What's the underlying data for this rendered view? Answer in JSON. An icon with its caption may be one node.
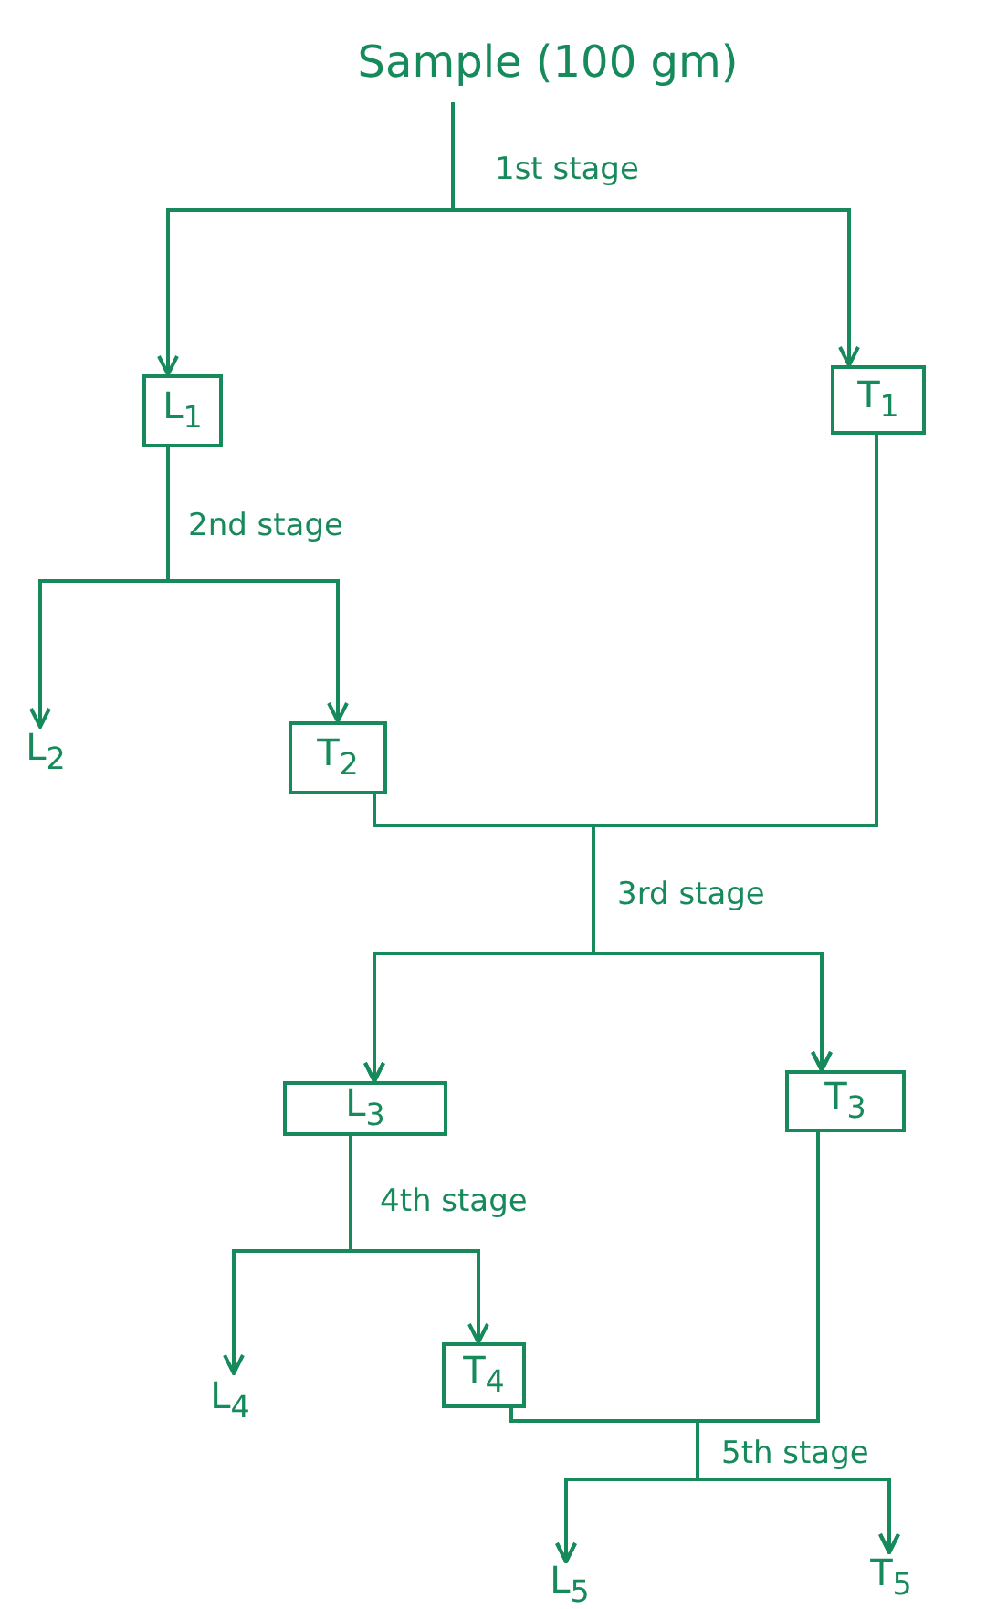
{
  "diagram": {
    "nodes": [
      {
        "text": [
          "Sample (100 gm)"
        ]
      },
      {
        "text": [
          "L$_{1}$"
        ]
      },
      {
        "text": [
          "T$_{1}$"
        ]
      },
      {
        "text": [
          "L$_{2}$"
        ]
      },
      {
        "text": [
          "T$_{2}$"
        ]
      },
      {
        "text": [
          "L$_{3}$"
        ]
      },
      {
        "text": [
          "T$_{3}$"
        ]
      },
      {
        "text": [
          "L$_{4}$"
        ]
      },
      {
        "text": [
          "T$_{4}$"
        ]
      },
      {
        "text": [
          "L$_{5}$"
        ]
      },
      {
        "text": [
          "T$_{5}$"
        ]
      }
    ],
    "edges": [
      {
        "from": 0,
        "to": 1,
        "arrow": "to",
        "label": "1st stage"
      },
      {
        "from": 0,
        "to": 2,
        "arrow": "to"
      },
      {
        "from": 1,
        "to": 3,
        "arrow": "to",
        "label": "2nd stage"
      },
      {
        "from": 1,
        "to": 4,
        "arrow": "to"
      },
      {
        "from": 4,
        "to": 5,
        "arrow": "to",
        "label": "3rd stage"
      },
      {
        "from": 4,
        "to": 6,
        "arrow": "to"
      },
      {
        "from": 2,
        "to": 5,
        "arrow": "to"
      },
      {
        "from": 2,
        "to": 6,
        "arrow": "to"
      },
      {
        "from": 5,
        "to": 7,
        "arrow": "to",
        "label": "4th stage"
      },
      {
        "from": 5,
        "to": 8,
        "arrow": "to"
      },
      {
        "from": 8,
        "to": 9,
        "arrow": "to",
        "label": "5th stage"
      },
      {
        "from": 8,
        "to": 10,
        "arrow": "to"
      },
      {
        "from": 6,
        "to": 9,
        "arrow": "to"
      },
      {
        "from": 6,
        "to": 10,
        "arrow": "to"
      }
    ]
  }
}
